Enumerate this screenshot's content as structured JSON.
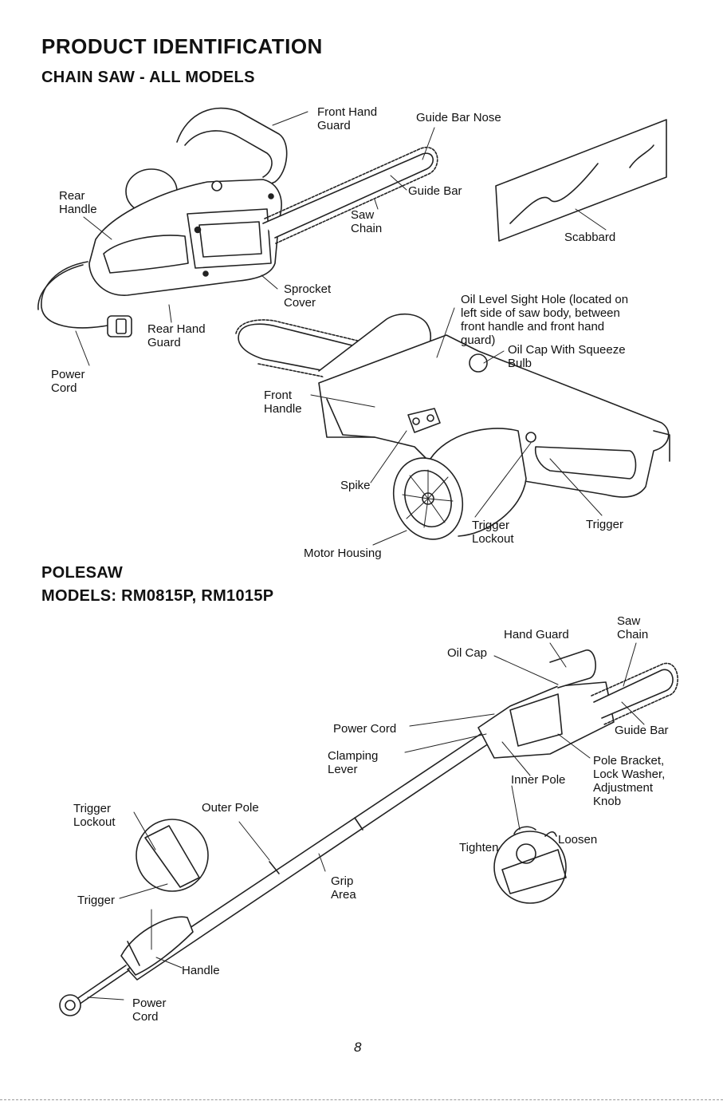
{
  "title": "PRODUCT IDENTIFICATION",
  "chainsaw": {
    "heading": "CHAIN SAW - ALL MODELS",
    "labels": {
      "front_hand_guard": [
        "Front Hand",
        "Guard"
      ],
      "guide_bar_nose": "Guide Bar Nose",
      "rear_handle": [
        "Rear",
        "Handle"
      ],
      "guide_bar": "Guide Bar",
      "saw_chain": [
        "Saw",
        "Chain"
      ],
      "scabbard": "Scabbard",
      "sprocket_cover": [
        "Sprocket",
        "Cover"
      ],
      "oil_level_sight_hole": [
        "Oil Level Sight Hole (located on",
        "left side of saw body, between",
        "front handle and front hand",
        "guard)"
      ],
      "rear_hand_guard": [
        "Rear Hand",
        "Guard"
      ],
      "oil_cap": [
        "Oil Cap With Squeeze",
        "Bulb"
      ],
      "power_cord": [
        "Power",
        "Cord"
      ],
      "front_handle": [
        "Front",
        "Handle"
      ],
      "spike": "Spike",
      "trigger_lockout": [
        "Trigger",
        "Lockout"
      ],
      "trigger": "Trigger",
      "motor_housing": "Motor Housing"
    }
  },
  "polesaw": {
    "heading_1": "POLESAW",
    "heading_2": "MODELS: RM0815P, RM1015P",
    "labels": {
      "saw_chain": [
        "Saw",
        "Chain"
      ],
      "hand_guard": "Hand Guard",
      "oil_cap": "Oil Cap",
      "power_cord_top": "Power Cord",
      "guide_bar": "Guide Bar",
      "clamping_lever": [
        "Clamping",
        "Lever"
      ],
      "pole_bracket": [
        "Pole Bracket,",
        "Lock Washer,",
        "Adjustment",
        "Knob"
      ],
      "inner_pole": "Inner Pole",
      "trigger_lockout": [
        "Trigger",
        "Lockout"
      ],
      "outer_pole": "Outer Pole",
      "tighten": "Tighten",
      "loosen": "Loosen",
      "grip_area": [
        "Grip",
        "Area"
      ],
      "trigger": "Trigger",
      "handle": "Handle",
      "power_cord_bottom": [
        "Power",
        "Cord"
      ]
    }
  },
  "page_number": "8"
}
